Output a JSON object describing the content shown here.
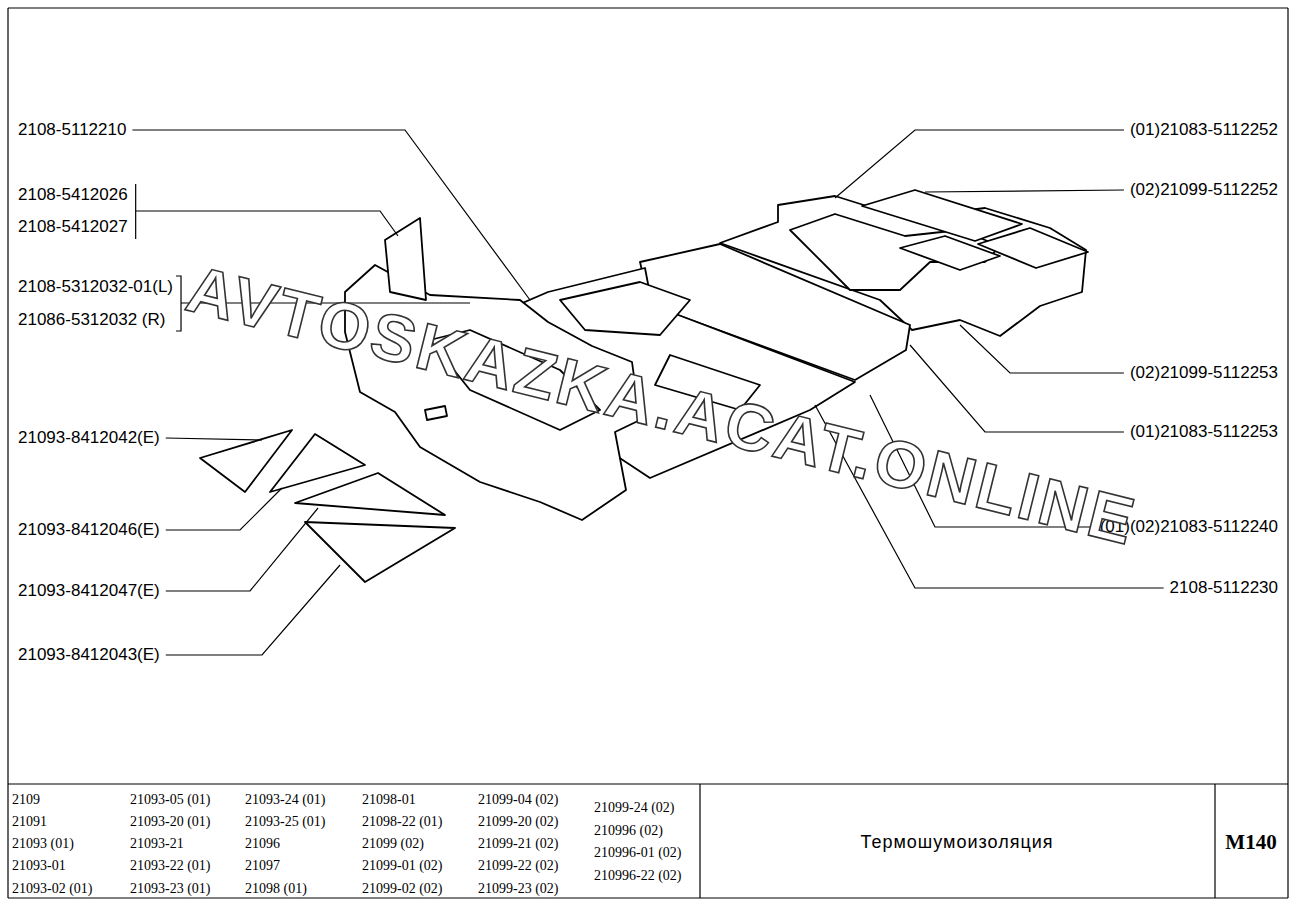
{
  "diagram": {
    "title": "Термошумоизоляция",
    "labels": [
      "2108-5112210",
      "2108-5412026",
      "2108-5412027",
      "2108-5312032-01(L)",
      "21086-5312032 (R)",
      "21093-8412042(E)",
      "21093-8412046(E)",
      "21093-8412047(E)",
      "21093-8412043(E)",
      "(01)21083-5112252",
      "(02)21099-5112252",
      "(02)21099-5112253",
      "(01)21083-5112253",
      "(01)(02)21083-5112240",
      "2108-5112230",
      "2109",
      "21091",
      "21093 (01)",
      "21093-01",
      "21093-02 (01)",
      "21093-05 (01)",
      "21093-20 (01)",
      "21093-21",
      "21093-22 (01)",
      "21093-23 (01)",
      "21093-24 (01)",
      "21093-25 (01)",
      "21096",
      "21097",
      "21098 (01)",
      "21098-01",
      "21098-22 (01)",
      "21099 (02)",
      "21099-01 (02)",
      "21099-02 (02)",
      "21099-04 (02)",
      "21099-20 (02)",
      "21099-21 (02)",
      "21099-22 (02)",
      "21099-23 (02)",
      "21099-24 (02)",
      "210996 (02)",
      "210996-01 (02)",
      "210996-22 (02)",
      "M140",
      "AVTOSKAZKA.ACAT.ONLINE"
    ]
  }
}
